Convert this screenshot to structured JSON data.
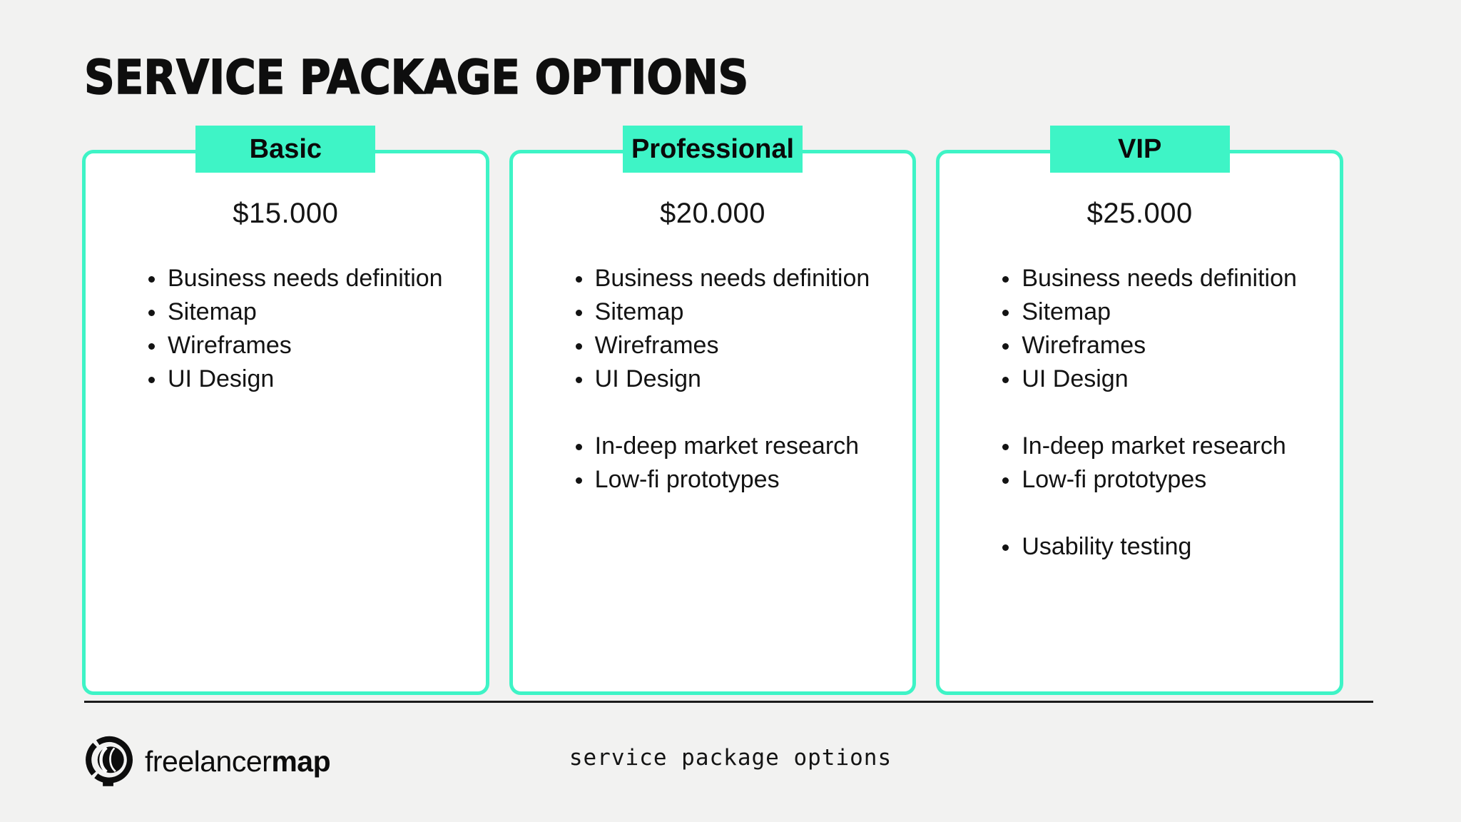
{
  "page": {
    "background_color": "#F2F2F1",
    "accent_color": "#3EF4C6",
    "text_color": "#0E0E0E"
  },
  "title": "SERVICE PACKAGE OPTIONS",
  "packages": [
    {
      "name": "Basic",
      "price": "$15.000",
      "groups": [
        [
          "Business needs definition",
          "Sitemap",
          "Wireframes",
          "UI Design"
        ]
      ]
    },
    {
      "name": "Professional",
      "price": "$20.000",
      "groups": [
        [
          "Business needs definition",
          "Sitemap",
          "Wireframes",
          "UI Design"
        ],
        [
          "In-deep market research",
          "Low-fi prototypes"
        ]
      ]
    },
    {
      "name": "VIP",
      "price": "$25.000",
      "groups": [
        [
          "Business needs definition",
          "Sitemap",
          "Wireframes",
          "UI Design"
        ],
        [
          "In-deep market research",
          "Low-fi prototypes"
        ],
        [
          "Usability testing"
        ]
      ]
    }
  ],
  "footer": {
    "brand": {
      "regular": "freelancer",
      "bold": "map"
    },
    "caption": "service package options"
  }
}
